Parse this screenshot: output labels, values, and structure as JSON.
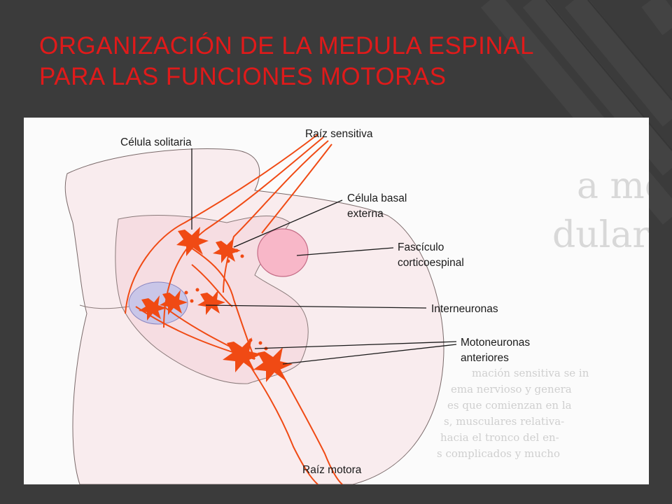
{
  "slide": {
    "title_line1": "ORGANIZACIÓN DE LA MEDULA ESPINAL",
    "title_line2": "PARA LAS FUNCIONES MOTORAS"
  },
  "diagram": {
    "labels": {
      "celula_solitaria": "Célula solitaria",
      "raiz_sensitiva": "Raíz sensitiva",
      "celula_basal_1": "Célula basal",
      "celula_basal_2": "externa",
      "fasciculo_1": "Fascículo",
      "fasciculo_2": "corticoespinal",
      "interneuronas": "Interneuronas",
      "motoneuronas_1": "Motoneuronas",
      "motoneuronas_2": "anteriores",
      "raiz_motora": "Raíz motora"
    },
    "background_text": {
      "line1": "a médula",
      "line2": "dulares",
      "para1": "mación sensitiva se in",
      "para2": "ema nervioso y genera",
      "para3": "es que comienzan en la",
      "para4": "s, musculares relativa-",
      "para5": "hacia el tronco del en-",
      "para6": "s complicados y mucho"
    },
    "colors": {
      "neuron": "#f04a14",
      "tract": "#f8b7c8",
      "grey_matter": "#f6dde2",
      "white_matter": "#f9ecee",
      "interneuron_area": "#c9c6e8"
    }
  }
}
